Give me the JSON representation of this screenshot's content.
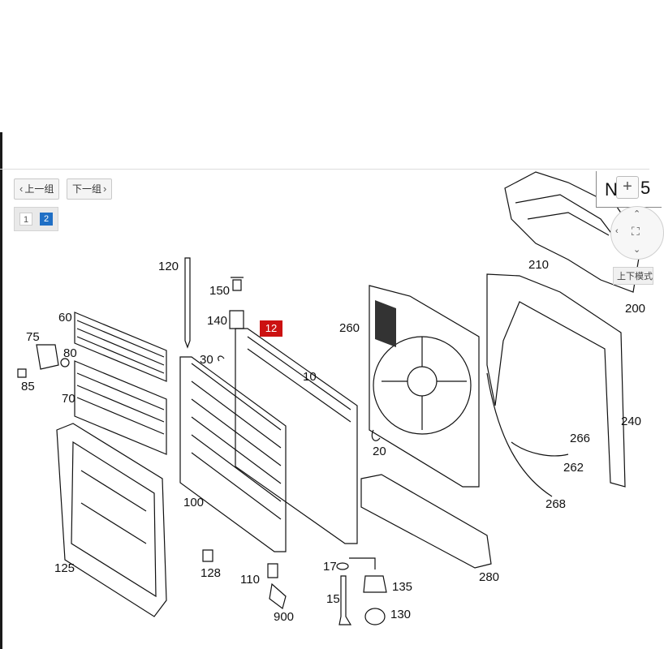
{
  "nav": {
    "prev_label": "上一组",
    "next_label": "下一组"
  },
  "pager": {
    "pages": [
      "1",
      "2"
    ],
    "current": "2"
  },
  "zoom": {
    "left_glyph": "N",
    "plus": "+",
    "value": "5"
  },
  "pan_tooltip": "上下模式",
  "callouts": {
    "c120": "120",
    "c150": "150",
    "c140": "140",
    "c60": "60",
    "c75": "75",
    "c80": "80",
    "c85": "85",
    "c70": "70",
    "c30": "30",
    "c10": "10",
    "c12": "12",
    "c260": "260",
    "c210": "210",
    "c200": "200",
    "c20": "20",
    "c266": "266",
    "c262": "262",
    "c240": "240",
    "c268": "268",
    "c100": "100",
    "c125": "125",
    "c128": "128",
    "c110": "110",
    "c900": "900",
    "c17": "17",
    "c135": "135",
    "c15": "15",
    "c130": "130",
    "c280": "280"
  }
}
